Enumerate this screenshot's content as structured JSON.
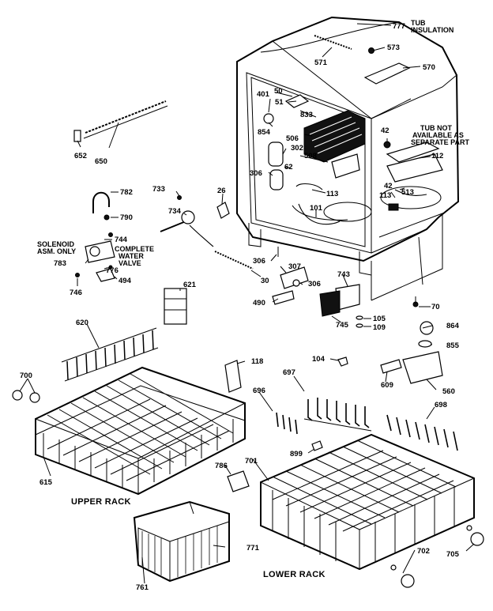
{
  "labels": {
    "n777": "777",
    "tub_insulation_1": "TUB",
    "tub_insulation_2": "INSULATION",
    "n573": "573",
    "n571": "571",
    "n570": "570",
    "n50": "50",
    "n51": "51",
    "n401": "401",
    "n833": "833",
    "n854": "854",
    "n506": "506",
    "n302": "302",
    "n508": "508",
    "n62": "62",
    "n306a": "306",
    "n42a": "42",
    "tub_not_1": "TUB NOT",
    "tub_not_2": "AVAILABLE AS",
    "tub_not_3": "SEPARATE PART",
    "n112": "112",
    "n42b": "42",
    "n113a": "113",
    "n113b": "113",
    "n513": "513",
    "n101": "101",
    "n652": "652",
    "n650": "650",
    "n733": "733",
    "n26": "26",
    "n782": "782",
    "n790": "790",
    "n734": "734",
    "solenoid_1": "SOLENOID",
    "solenoid_2": "ASM. ONLY",
    "n744": "744",
    "complete_1": "COMPLETE",
    "complete_2": "WATER",
    "complete_3": "VALVE",
    "n783": "783",
    "n776": "776",
    "n494": "494",
    "n746": "746",
    "n306b": "306",
    "n307": "307",
    "n30": "30",
    "n306c": "306",
    "n743": "743",
    "n490": "490",
    "n70": "70",
    "n105": "105",
    "n109": "109",
    "n745": "745",
    "n621": "621",
    "n620": "620",
    "n864": "864",
    "n855": "855",
    "n104": "104",
    "n118": "118",
    "n697": "697",
    "n609": "609",
    "n560": "560",
    "n700": "700",
    "n696": "696",
    "n698": "698",
    "n899": "899",
    "n615": "615",
    "upper_rack": "UPPER RACK",
    "n701": "701",
    "n786": "786",
    "n771": "771",
    "n702": "702",
    "n705": "705",
    "lower_rack": "LOWER RACK",
    "n761": "761"
  }
}
